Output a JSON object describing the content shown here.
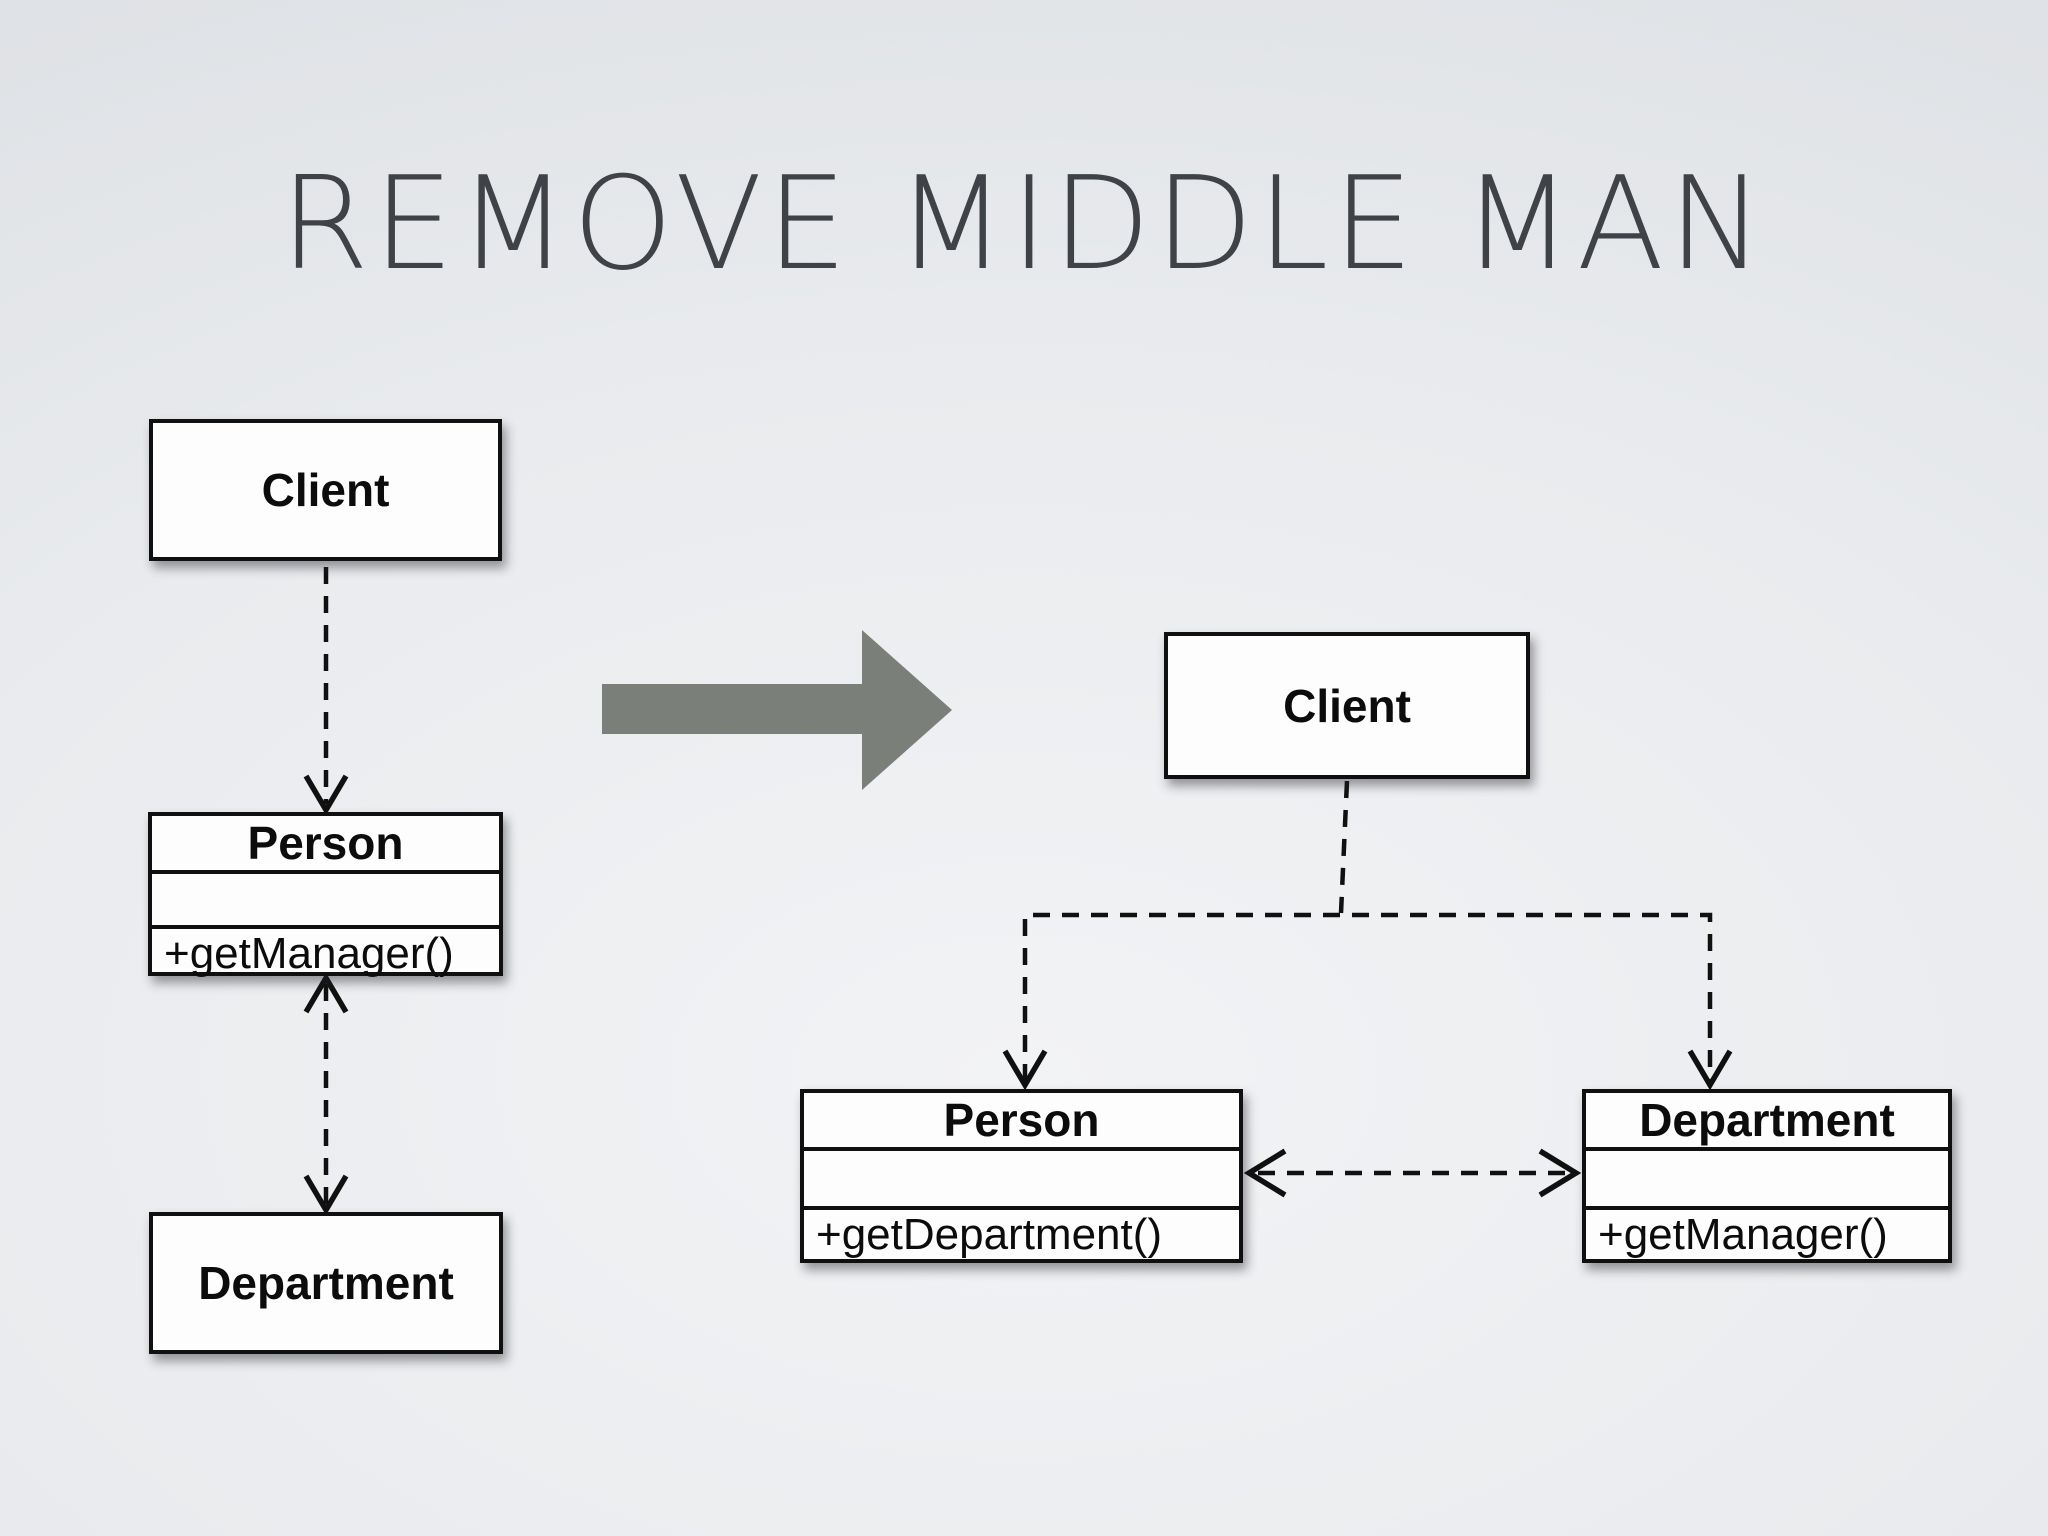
{
  "slide": {
    "title": "REMOVE MIDDLE MAN"
  },
  "colors": {
    "background_center": "#f2f3f5",
    "background_edge": "#cdd1d6",
    "box_fill": "#fdfdfd",
    "box_border": "#101010",
    "connector": "#101010",
    "transform_arrow": "#7b7f7a",
    "title_text": "#3f4347"
  },
  "before": {
    "client": {
      "name": "Client"
    },
    "person": {
      "name": "Person",
      "method": "+getManager()"
    },
    "department": {
      "name": "Department"
    }
  },
  "after": {
    "client": {
      "name": "Client"
    },
    "person": {
      "name": "Person",
      "method": "+getDepartment()"
    },
    "department": {
      "name": "Department",
      "method": "+getManager()"
    }
  },
  "relations": {
    "before": [
      "Client ..> Person (dashed dependency, arrow into Person)",
      "Person <..> Department (dashed, arrowheads both ends)"
    ],
    "after": [
      "Client ..> Person (dashed branch, arrow into Person)",
      "Client ..> Department (dashed branch, arrow into Department)",
      "Person <..> Department (dashed, arrowheads both ends)"
    ]
  }
}
